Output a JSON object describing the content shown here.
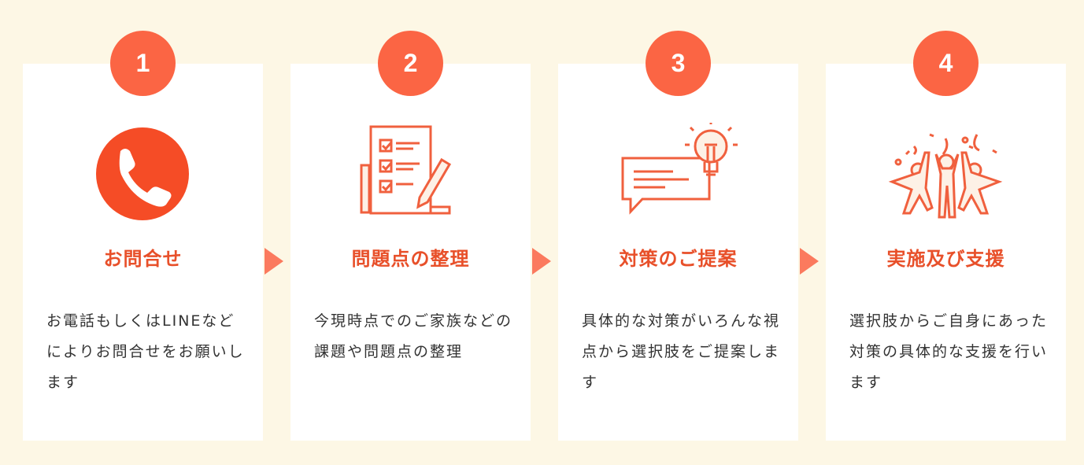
{
  "steps": [
    {
      "number": "1",
      "icon": "phone-icon",
      "title": "お問合せ",
      "body": "お電話もしくはLINEなどによりお問合せをお願いします"
    },
    {
      "number": "2",
      "icon": "checklist-icon",
      "title": "問題点の整理",
      "body": "今現時点でのご家族などの課題や問題点の整理"
    },
    {
      "number": "3",
      "icon": "idea-speech-icon",
      "title": "対策のご提案",
      "body": "具体的な対策がいろんな視点から選択肢をご提案します"
    },
    {
      "number": "4",
      "icon": "celebration-icon",
      "title": "実施及び支援",
      "body": "選択肢からご自身にあった対策の具体的な支援を行います"
    }
  ],
  "colors": {
    "accent": "#fb6544",
    "title": "#e8502a",
    "background": "#fdf7e5"
  }
}
